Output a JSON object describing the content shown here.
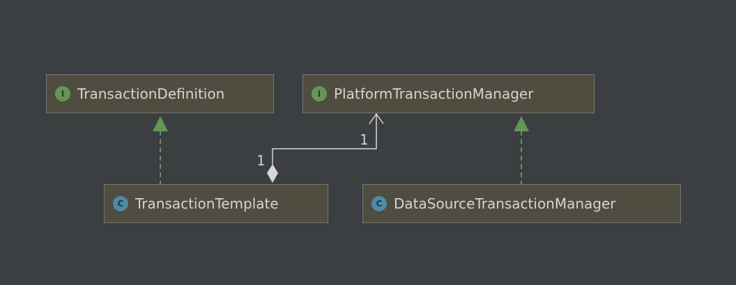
{
  "nodes": {
    "transaction_definition": {
      "label": "TransactionDefinition",
      "kind": "interface",
      "badge": "I"
    },
    "platform_transaction_manager": {
      "label": "PlatformTransactionManager",
      "kind": "interface",
      "badge": "I"
    },
    "transaction_template": {
      "label": "TransactionTemplate",
      "kind": "class",
      "badge": "C"
    },
    "datasource_transaction_manager": {
      "label": "DataSourceTransactionManager",
      "kind": "class",
      "badge": "C"
    }
  },
  "edges": [
    {
      "from": "transaction_template",
      "to": "transaction_definition",
      "type": "implements"
    },
    {
      "from": "datasource_transaction_manager",
      "to": "platform_transaction_manager",
      "type": "implements"
    },
    {
      "from": "transaction_template",
      "to": "platform_transaction_manager",
      "type": "aggregation",
      "source_multiplicity": "1",
      "target_multiplicity": "1"
    }
  ],
  "colors": {
    "background": "#3c3f41",
    "node_fill": "#4f4d40",
    "node_border": "#7a7868",
    "node_text": "#d4d4d4",
    "interface_badge": "#629755",
    "class_badge": "#4e8ba6",
    "implements_line": "#629755",
    "association_line": "#d8d8d8"
  }
}
